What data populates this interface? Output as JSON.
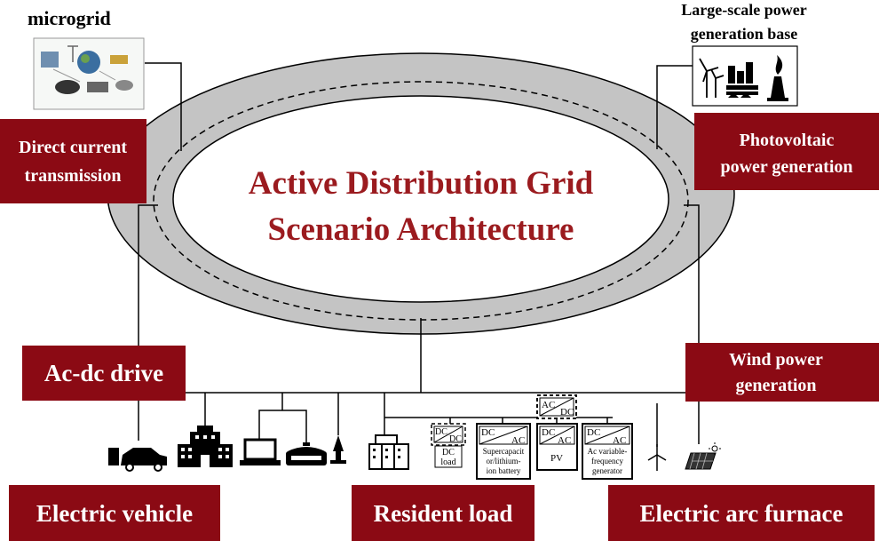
{
  "title": {
    "line1": "Active Distribution Grid",
    "line2": "Scenario Architecture"
  },
  "corner_labels": {
    "microgrid": "microgrid",
    "large_scale_line1": "Large-scale power",
    "large_scale_line2": "generation base"
  },
  "boxes": {
    "dc_transmission_line1": "Direct current",
    "dc_transmission_line2": "transmission",
    "photovoltaic_line1": "Photovoltaic",
    "photovoltaic_line2": "power generation",
    "acdc_drive": "Ac-dc drive",
    "wind_line1": "Wind power",
    "wind_line2": "generation",
    "electric_vehicle": "Electric vehicle",
    "resident_load": "Resident load",
    "electric_arc_furnace": "Electric arc furnace"
  },
  "converters": {
    "dc": "DC",
    "ac": "AC",
    "dc_load_line1": "DC",
    "dc_load_line2": "load",
    "supercap_line1": "Supercapacit",
    "supercap_line2": "or/lithium-",
    "supercap_line3": "ion battery",
    "pv": "PV",
    "generator_line1": "Ac variable-",
    "generator_line2": "frequency",
    "generator_line3": "generator"
  },
  "colors": {
    "box_red": "#8B0A14",
    "title_red": "#9B1B1F",
    "ring_gray": "#C4C4C4",
    "line": "#000000"
  },
  "icons": [
    "microgrid-image",
    "wind-turbine-icon",
    "factory-icon",
    "flame-tower-icon",
    "electric-car-icon",
    "building-icon",
    "laptop-icon",
    "rice-cooker-icon",
    "lamp-icon",
    "residential-blocks-icon",
    "small-wind-turbine-icon",
    "solar-panel-icon"
  ]
}
